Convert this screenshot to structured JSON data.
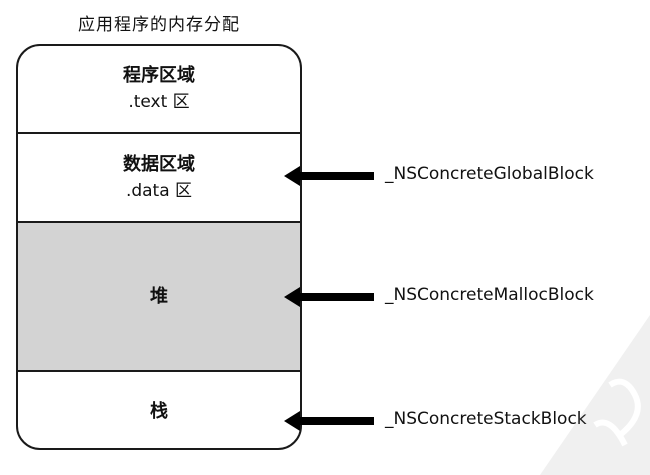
{
  "title": "应用程序的内存分配",
  "regions": {
    "text": {
      "line1": "程序区域",
      "line2": ".text 区"
    },
    "data": {
      "line1": "数据区域",
      "line2": ".data 区"
    },
    "heap": {
      "line1": "堆"
    },
    "stack": {
      "line1": "栈"
    }
  },
  "arrows": [
    {
      "label": "_NSConcreteGlobalBlock"
    },
    {
      "label": "_NSConcreteMallocBlock"
    },
    {
      "label": "_NSConcreteStackBlock"
    }
  ],
  "colors": {
    "heap_fill": "#d3d3d3",
    "stroke": "#1a1a1a",
    "arrow": "#000000"
  }
}
